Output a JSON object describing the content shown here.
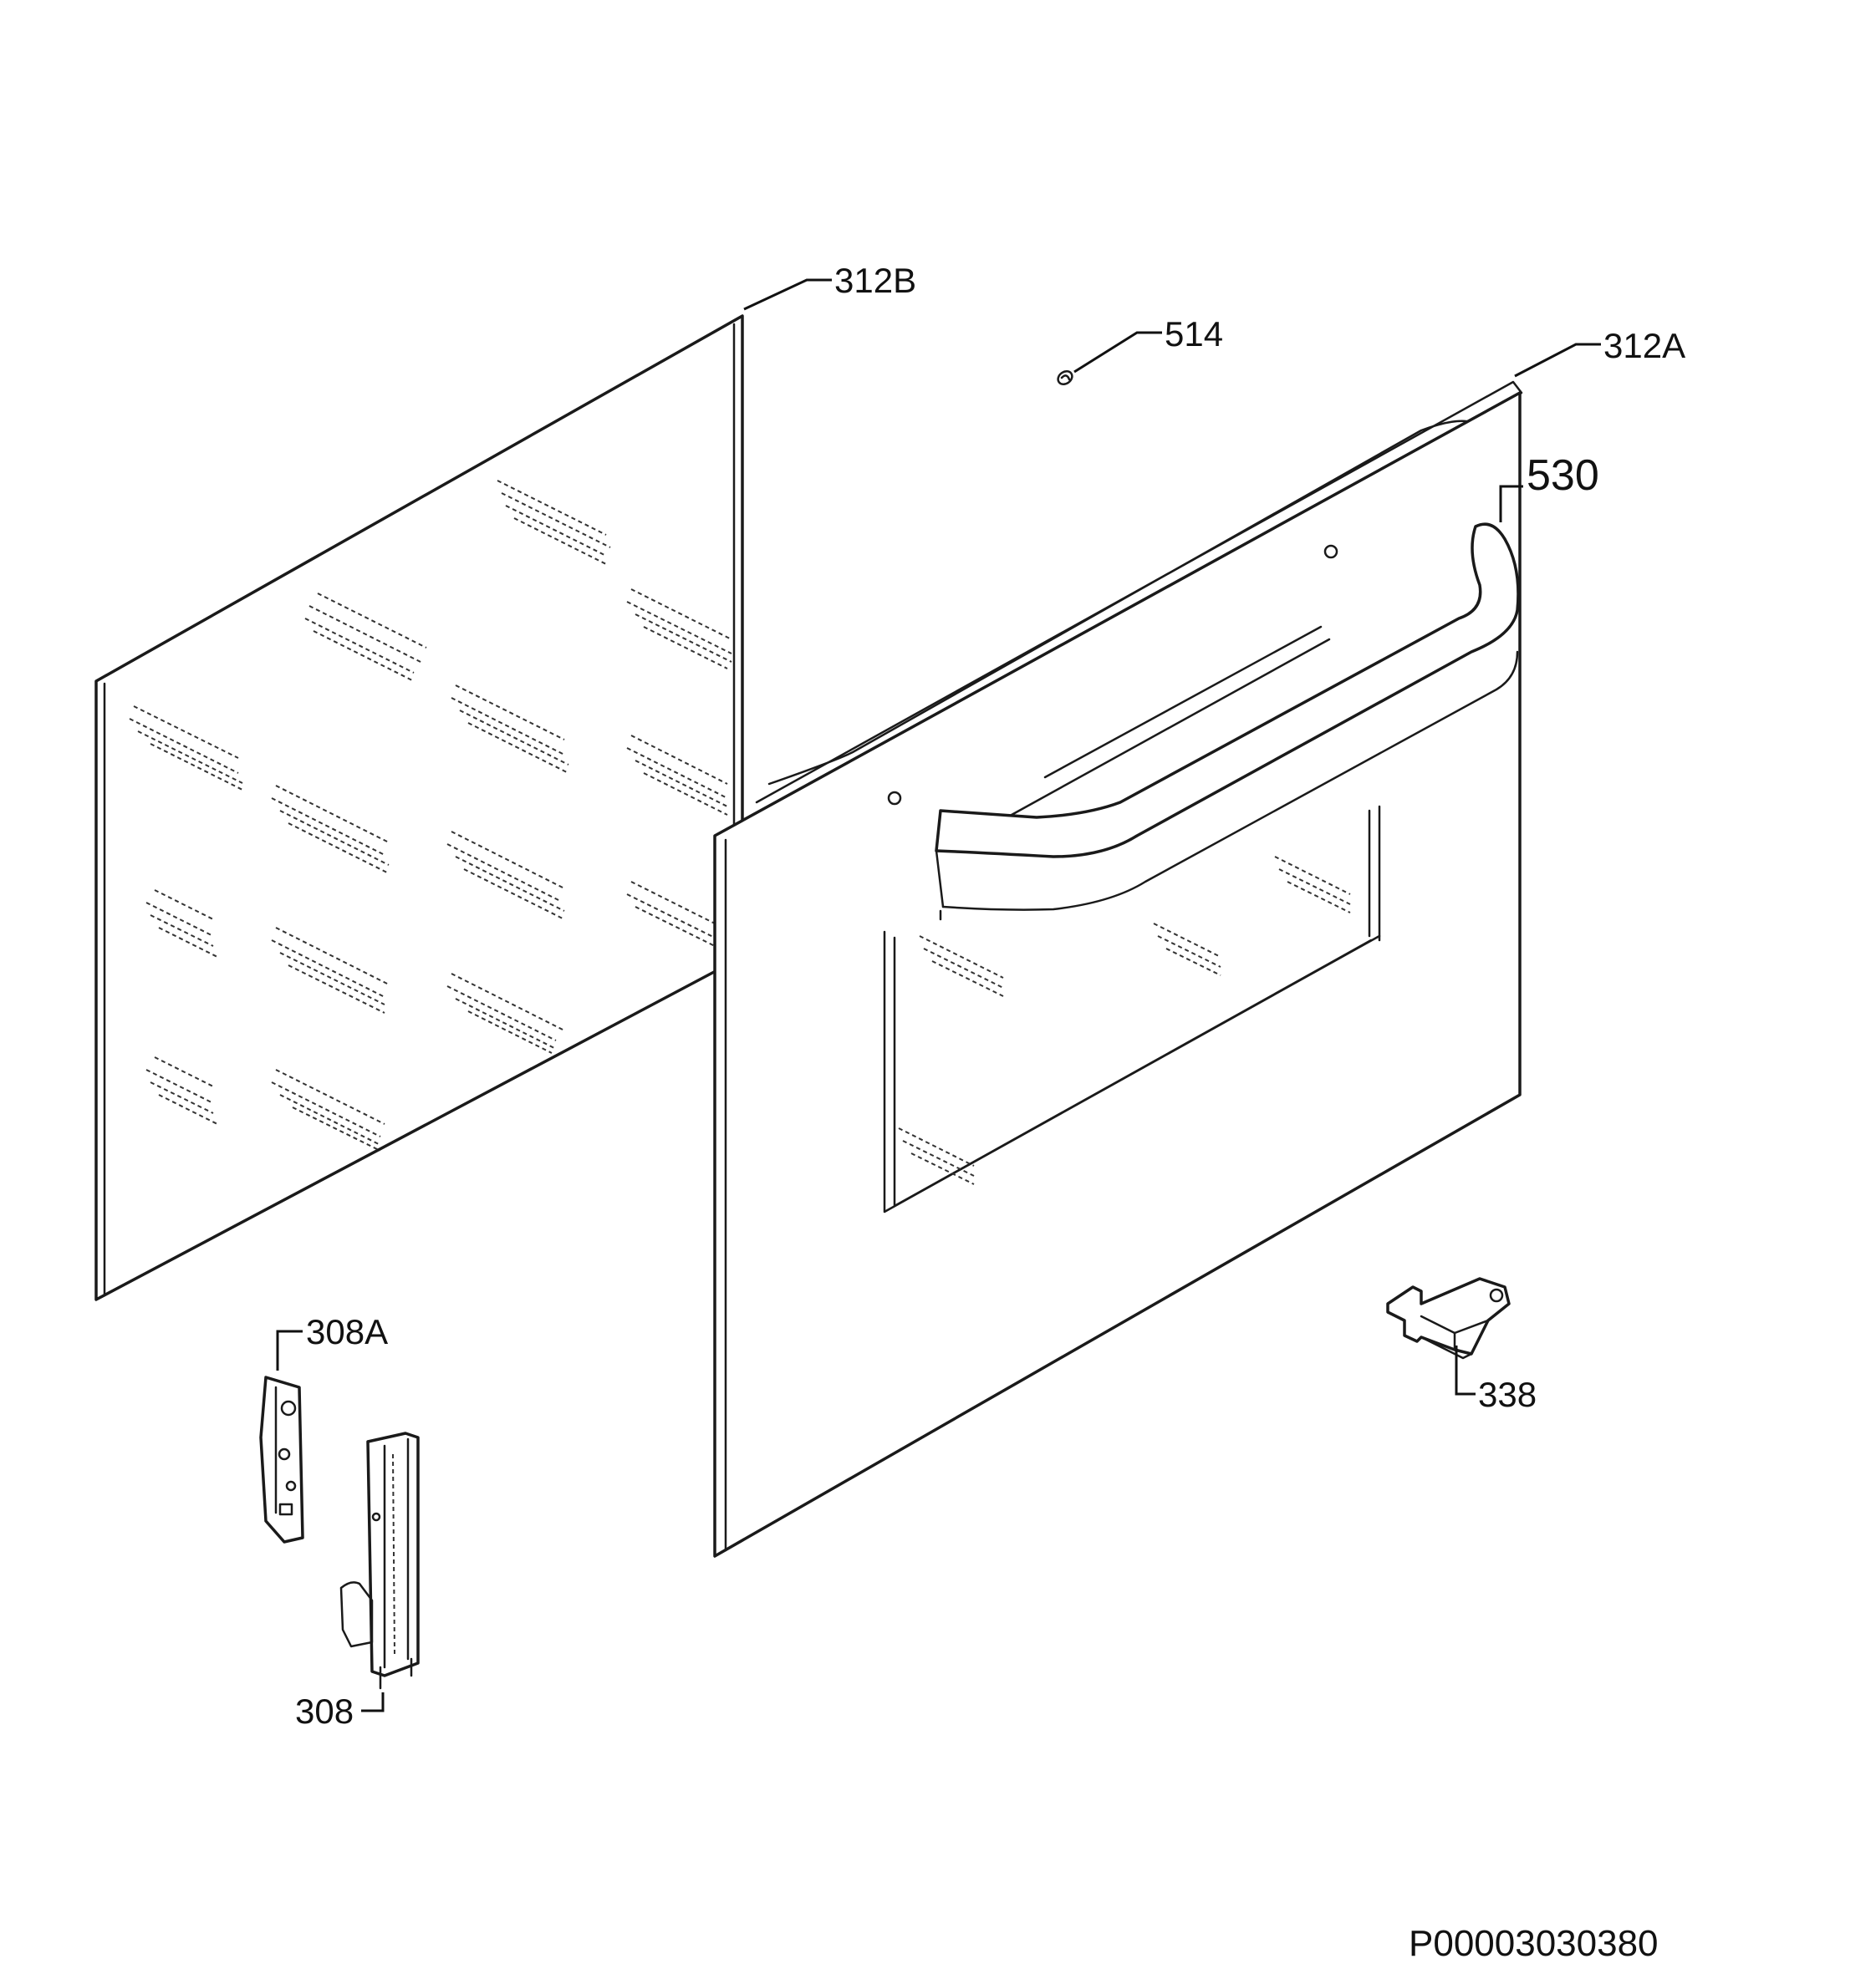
{
  "callouts": {
    "p312B": "312B",
    "p514": "514",
    "p312A": "312A",
    "p530": "530",
    "p308A": "308A",
    "p308": "308",
    "p338": "338"
  },
  "document_id": "P00003030380"
}
